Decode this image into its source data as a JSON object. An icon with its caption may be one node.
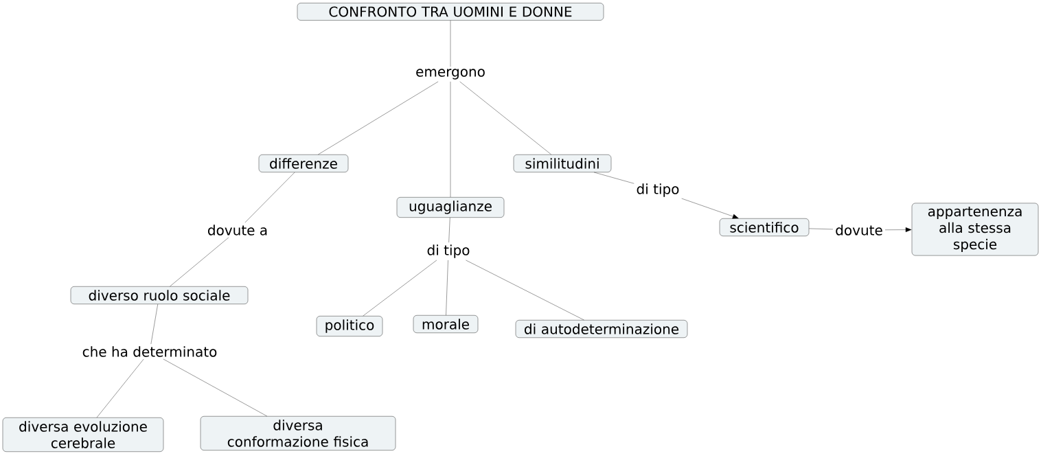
{
  "diagram": {
    "nodes": [
      {
        "text": [
          "CONFRONTO TRA UOMINI E DONNE"
        ]
      },
      {
        "text": [
          "emergono"
        ]
      },
      {
        "text": [
          "differenze"
        ]
      },
      {
        "text": [
          "uguaglianze"
        ]
      },
      {
        "text": [
          "similitudini"
        ]
      },
      {
        "text": [
          "di tipo"
        ]
      },
      {
        "text": [
          "scientifico"
        ]
      },
      {
        "text": [
          "dovute"
        ]
      },
      {
        "text": [
          "appartenenza alla stessa specie"
        ]
      },
      {
        "text": [
          "dovute a"
        ]
      },
      {
        "text": [
          "di tipo"
        ]
      },
      {
        "text": [
          "diverso ruolo sociale"
        ]
      },
      {
        "text": [
          "politico"
        ]
      },
      {
        "text": [
          "morale"
        ]
      },
      {
        "text": [
          "di autodeterminazione"
        ]
      },
      {
        "text": [
          "che ha determinato"
        ]
      },
      {
        "text": [
          "diversa evoluzione cerebrale"
        ]
      },
      {
        "text": [
          "diversa conformazione fisica"
        ]
      }
    ],
    "edges": [
      {
        "from": 0,
        "to": 1,
        "arrow": "none"
      },
      {
        "from": 1,
        "to": 2,
        "arrow": "none"
      },
      {
        "from": 1,
        "to": 3,
        "arrow": "none"
      },
      {
        "from": 1,
        "to": 4,
        "arrow": "none"
      },
      {
        "from": 4,
        "to": 5,
        "arrow": "none"
      },
      {
        "from": 5,
        "to": 6,
        "arrow": "to"
      },
      {
        "from": 6,
        "to": 7,
        "arrow": "none"
      },
      {
        "from": 7,
        "to": 8,
        "arrow": "to"
      },
      {
        "from": 2,
        "to": 9,
        "arrow": "none"
      },
      {
        "from": 9,
        "to": 11,
        "arrow": "none"
      },
      {
        "from": 3,
        "to": 10,
        "arrow": "none"
      },
      {
        "from": 10,
        "to": 12,
        "arrow": "none"
      },
      {
        "from": 10,
        "to": 13,
        "arrow": "none"
      },
      {
        "from": 10,
        "to": 14,
        "arrow": "none"
      },
      {
        "from": 11,
        "to": 15,
        "arrow": "none"
      },
      {
        "from": 15,
        "to": 16,
        "arrow": "none"
      },
      {
        "from": 15,
        "to": 17,
        "arrow": "none"
      }
    ]
  }
}
